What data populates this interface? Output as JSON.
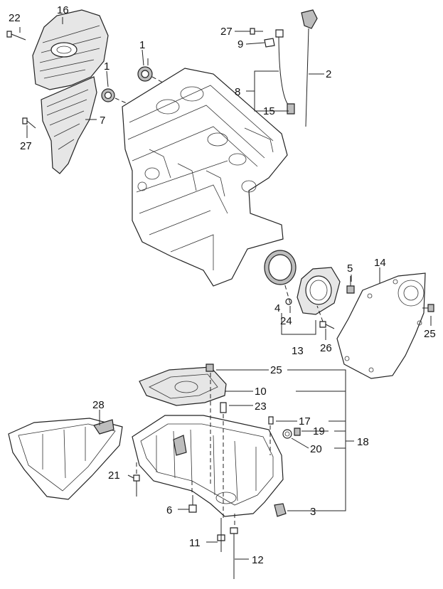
{
  "callouts": {
    "c1a": "1",
    "c1b": "1",
    "c2": "2",
    "c3": "3",
    "c4": "4",
    "c5": "5",
    "c6": "6",
    "c7": "7",
    "c8": "8",
    "c9": "9",
    "c10": "10",
    "c11": "11",
    "c12": "12",
    "c13": "13",
    "c14": "14",
    "c15": "15",
    "c16": "16",
    "c17": "17",
    "c18": "18",
    "c19": "19",
    "c20": "20",
    "c21": "21",
    "c22": "22",
    "c23": "23",
    "c24": "24",
    "c25a": "25",
    "c25b": "25",
    "c26": "26",
    "c27a": "27",
    "c27b": "27",
    "c28": "28"
  },
  "colors": {
    "line": "#222222",
    "fill_light": "#e6e6e6",
    "fill_dark": "#bdbdbd"
  }
}
